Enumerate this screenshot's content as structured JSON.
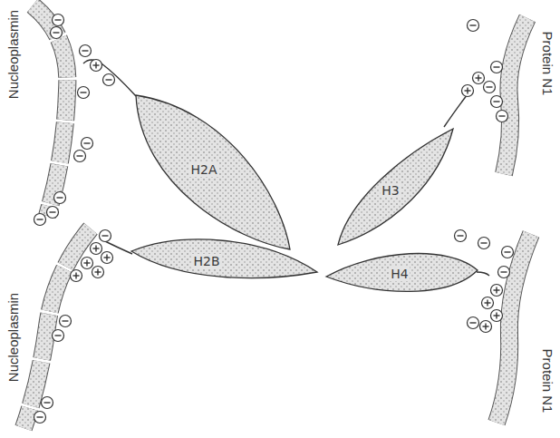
{
  "diagram": {
    "nodes": [
      {
        "text": [
          "H2A"
        ]
      },
      {
        "text": [
          "H2B"
        ]
      },
      {
        "text": [
          "H3"
        ]
      },
      {
        "text": [
          "H4"
        ]
      }
    ],
    "labels": [
      "Nucleoplasmin",
      "Nucleoplasmin",
      "Protein N1",
      "Protein N1"
    ]
  }
}
